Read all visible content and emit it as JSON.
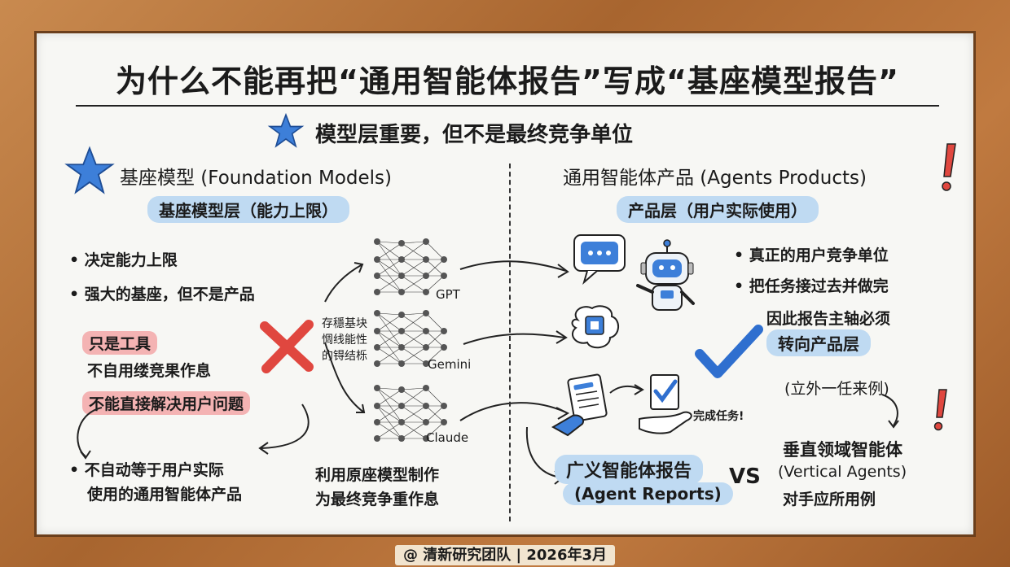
{
  "title": "为什么不能再把“通用智能体报告”写成“基座模型报告”",
  "subtitle": "模型层重要，但不是最终竞争单位",
  "left": {
    "heading": "基座模型 (Foundation Models)",
    "pill": "基座模型层（能力上限）",
    "bullets": [
      "决定能力上限",
      "强大的基座，但不是产品"
    ],
    "tool_tag": "只是工具",
    "tool_note": "不自用缕竞果作息",
    "problem_tag": "不能直接解决用户问题",
    "bottom_bullet_line1": "不自动等于用户实际",
    "bottom_bullet_line2": "使用的通用智能体产品"
  },
  "center": {
    "note_line1": "存穩基块",
    "note_line2": "惆线能性",
    "note_line3": "的锝结栎",
    "models": [
      "GPT",
      "Gemini",
      "Claude"
    ],
    "bottom_line1": "利用原座模型制作",
    "bottom_line2": "为最终竞争重作息"
  },
  "right": {
    "heading": "通用智能体产品 (Agents Products)",
    "pill": "产品层（用户实际使用）",
    "bullets": [
      "真正的用户竞争单位",
      "把任务接过去并做完"
    ],
    "conclusion_line1": "因此报告主轴必须",
    "conclusion_tag": "转向产品层",
    "task_done": "完成任务!",
    "agent_reports_line1": "广义智能体报告",
    "agent_reports_line2": "(Agent Reports)",
    "vs": "VS",
    "example_note": "(立外一任来例)",
    "vertical_line1": "垂直领域智能体",
    "vertical_line2": "(Vertical Agents)",
    "vertical_line3": "对手应所用例"
  },
  "footer": "@ 清新研究团队 | 2026年3月",
  "colors": {
    "pill_blue": "#bfdaf2",
    "pill_red": "#f4b3b3",
    "star_blue": "#3d7fd9",
    "cross_red": "#e0473f",
    "check_blue": "#2f6fcf",
    "frame_wood": "#b9773f"
  }
}
